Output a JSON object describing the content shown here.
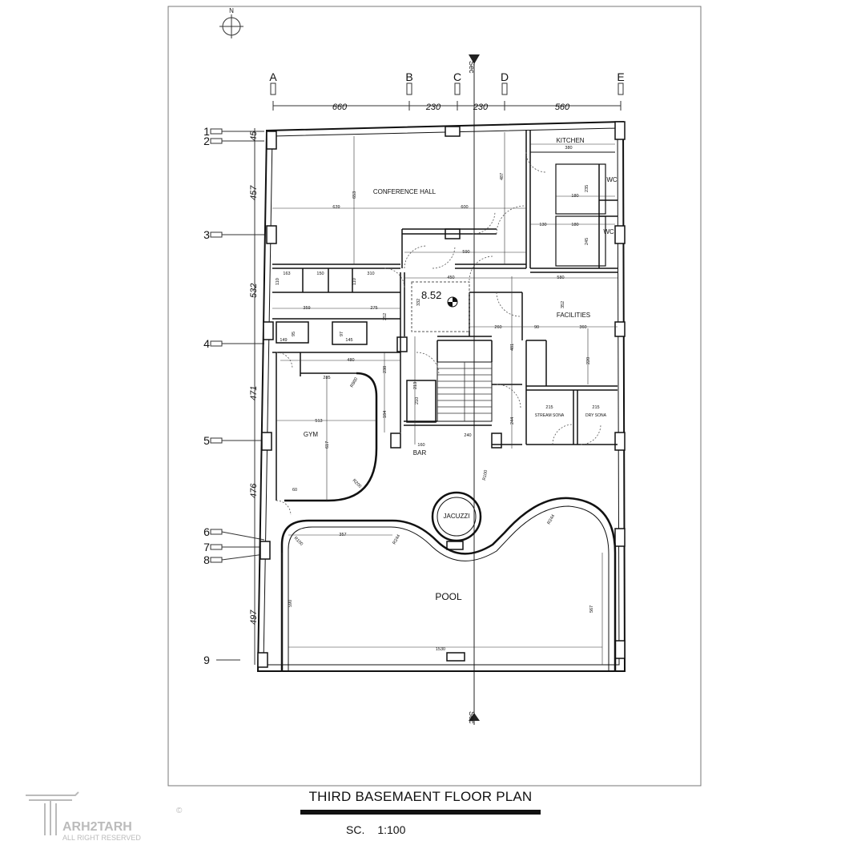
{
  "north_label": "N",
  "section_mark": {
    "label": "Sec",
    "letter": "A"
  },
  "grid_columns": [
    "A",
    "B",
    "C",
    "D",
    "E"
  ],
  "grid_column_dims": [
    "660",
    "230",
    "230",
    "560"
  ],
  "grid_rows": [
    "1",
    "2",
    "3",
    "4",
    "5",
    "6",
    "7",
    "8",
    "9"
  ],
  "grid_row_dims": [
    "45",
    "457",
    "532",
    "471",
    "476",
    "497"
  ],
  "rooms": {
    "kitchen": "KITCHEN",
    "wc1": "WC",
    "wc2": "WC",
    "conference": "CONFERENCE HALL",
    "facilities": "FACILITIES",
    "gym": "GYM",
    "bar": "BAR",
    "jacuzzi": "JACUZZI",
    "pool": "POOL",
    "steam": "STREAM SONA",
    "dry": "DRY SONA"
  },
  "level": "8.52",
  "dims": {
    "d380": "380",
    "d600": "600",
    "d639": "639",
    "d653": "653",
    "d487": "487",
    "d590": "590",
    "d580": "580",
    "d450": "450",
    "d310": "310",
    "d163": "163",
    "d150": "150",
    "d110a": "110",
    "d110b": "110",
    "d359": "359",
    "d275": "275",
    "d260": "260",
    "d360": "360",
    "d90": "90",
    "d480": "480",
    "d285": "285",
    "d513": "513",
    "d617": "617",
    "d238": "238",
    "d213": "213",
    "d252": "252",
    "d184": "184",
    "d160": "160",
    "d240": "240",
    "d244": "244",
    "d481": "481",
    "d220": "220",
    "d215a": "215",
    "d215b": "215",
    "d357": "357",
    "d590b": "590",
    "d567": "567",
    "d1530": "1530",
    "d60": "60",
    "d180a": "180",
    "d180b": "180",
    "d130": "130",
    "d245": "245",
    "d235": "235",
    "d149": "149",
    "d145": "145",
    "d97": "97",
    "d95": "95",
    "d332": "332",
    "d352": "352",
    "d210": "210",
    "r200": "R200",
    "r244a": "R244",
    "r244b": "R244",
    "r100a": "R100",
    "r100b": "R100",
    "r800": "R800"
  },
  "title": "THIRD BASEMAENT FLOOR PLAN",
  "scale_label": "SC.",
  "scale_value": "1:100",
  "logo": {
    "name": "ARH2TARH",
    "tagline": "ALL RIGHT RESERVED",
    "mark": "©"
  }
}
